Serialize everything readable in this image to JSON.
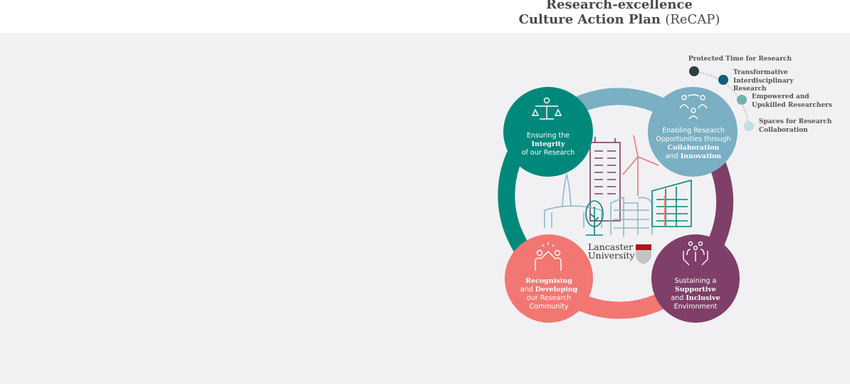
{
  "title": {
    "line1": "Research-excellence",
    "line2": "Culture Action Plan",
    "acronym": "(ReCAP)"
  },
  "colors": {
    "teal": "#00897b",
    "blue": "#7aafc4",
    "coral": "#f27772",
    "purple": "#7f3f68",
    "background": "#f1f1f3"
  },
  "pillars": [
    {
      "icon": "scales-icon",
      "pre": "Ensuring the",
      "bold": "Integrity",
      "post": "of our Research"
    },
    {
      "icon": "people-circle-icon",
      "pre": "Enabling Research Opportunities through",
      "bold": "Collaboration",
      "mid": "and",
      "bold2": "Innovation"
    },
    {
      "icon": "high-five-icon",
      "bold": "Recognising",
      "mid": "and",
      "bold2": "Developing",
      "post": "our Research Community"
    },
    {
      "icon": "hands-family-icon",
      "pre": "Sustaining a",
      "bold": "Supportive",
      "mid": "and",
      "bold2": "Inclusive",
      "post": "Environment"
    }
  ],
  "legend": [
    {
      "label": "Protected Time for Research",
      "color": "#2f3d45"
    },
    {
      "label": "Transformative Interdisciplinary Research",
      "color": "#0f5f7d"
    },
    {
      "label": "Empowered and Upskilled Researchers",
      "color": "#6fb3b0"
    },
    {
      "label": "Spaces for Research Collaboration",
      "color": "#c3dde3"
    }
  ],
  "logo": {
    "line1": "Lancaster",
    "line2": "University"
  }
}
